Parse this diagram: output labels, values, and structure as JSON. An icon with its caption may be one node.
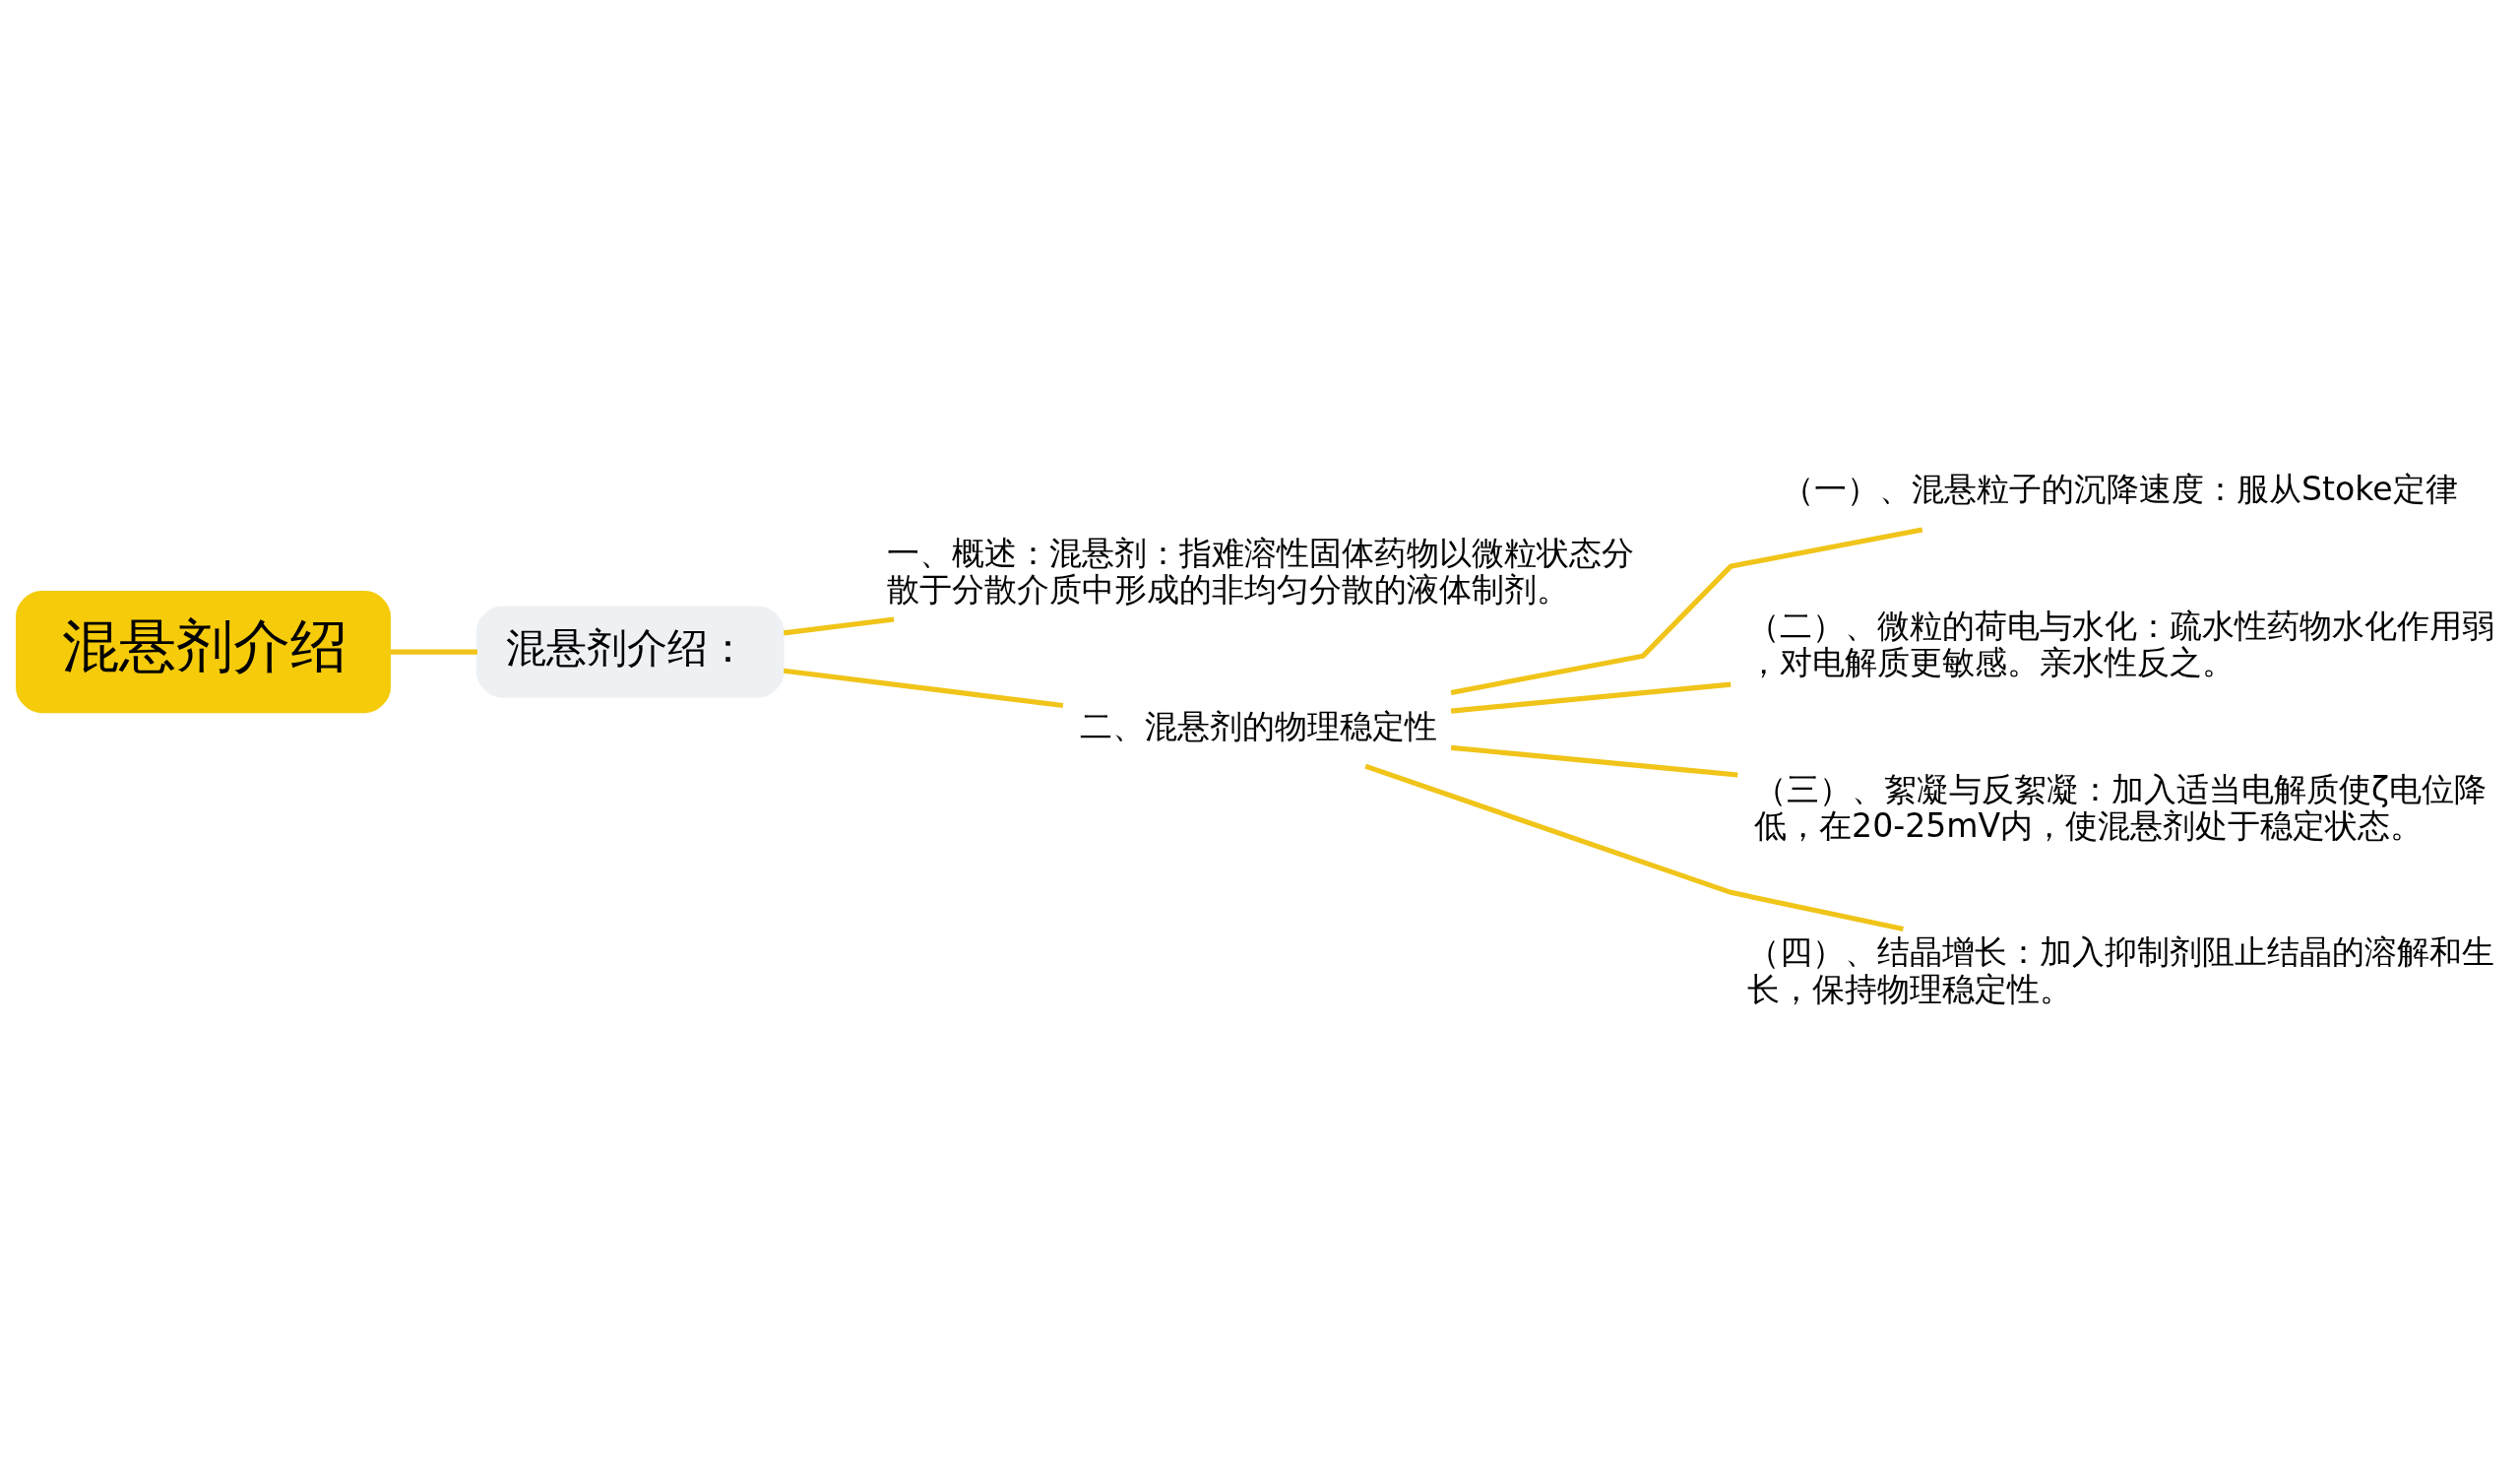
{
  "diagram": {
    "nodes": [
      {
        "text": [
          "混悬剂介绍"
        ]
      },
      {
        "text": [
          "混悬剂介绍："
        ]
      },
      {
        "text": [
          "一、概述：混悬剂：指难溶性固体药物以微粒状态分散于分散介质中形成的非均匀分散的液体制剂。"
        ]
      },
      {
        "text": [
          "二、混悬剂的物理稳定性"
        ]
      },
      {
        "text": [
          "（一）、混悬粒子的沉降速度：服从Stoke定律"
        ]
      },
      {
        "text": [
          "（二）、微粒的荷电与水化：疏水性药物水化作用弱，对电解质更敏感。亲水性反之。"
        ]
      },
      {
        "text": [
          "（三）、絮凝与反絮凝：加入适当电解质使ζ电位降低，在20-25mV内，使混悬剂处于稳定状态。"
        ]
      },
      {
        "text": [
          "（四）、结晶增长：加入抑制剂阻止结晶的溶解和生长，保持物理稳定性。"
        ]
      }
    ],
    "edges": [
      {
        "from": 0,
        "to": 1,
        "arrow": "none"
      },
      {
        "from": 1,
        "to": 2,
        "arrow": "none"
      },
      {
        "from": 1,
        "to": 3,
        "arrow": "none"
      },
      {
        "from": 3,
        "to": 4,
        "arrow": "none"
      },
      {
        "from": 3,
        "to": 5,
        "arrow": "none"
      },
      {
        "from": 3,
        "to": 6,
        "arrow": "none"
      },
      {
        "from": 3,
        "to": 7,
        "arrow": "none"
      }
    ]
  }
}
